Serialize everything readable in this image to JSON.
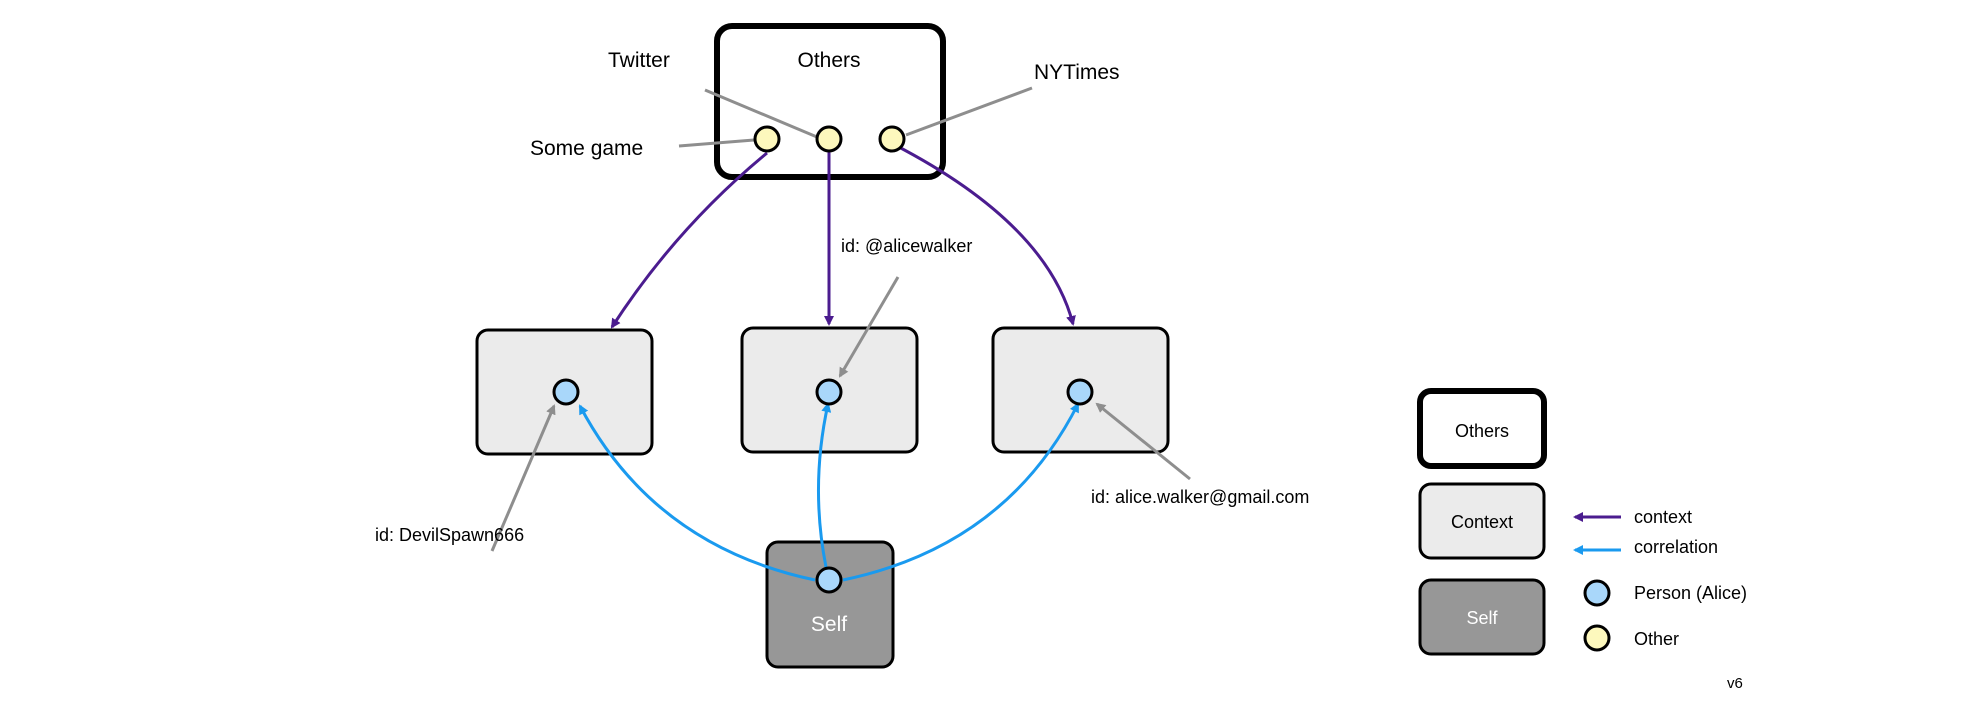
{
  "others_box": {
    "title": "Others",
    "callouts": {
      "twitter": "Twitter",
      "nytimes": "NYTimes",
      "some_game": "Some game"
    }
  },
  "edge_labels": {
    "middle": "id: @alicewalker",
    "left": "id: DevilSpawn666",
    "right": "id: alice.walker@gmail.com"
  },
  "self_box": {
    "label": "Self"
  },
  "legend": {
    "others": "Others",
    "context": "Context",
    "self": "Self",
    "context_arrow": "context",
    "correlation_arrow": "correlation",
    "person": "Person (Alice)",
    "other": "Other"
  },
  "version": "v6",
  "colors": {
    "context_arrow": "#4B1C8F",
    "correlation_arrow": "#1A9AEF",
    "callout_line": "#8E8E8E",
    "person_node": "#A9D7FA",
    "other_node": "#FDF8BD",
    "context_box": "#EBEBEB",
    "self_box": "#979797"
  }
}
